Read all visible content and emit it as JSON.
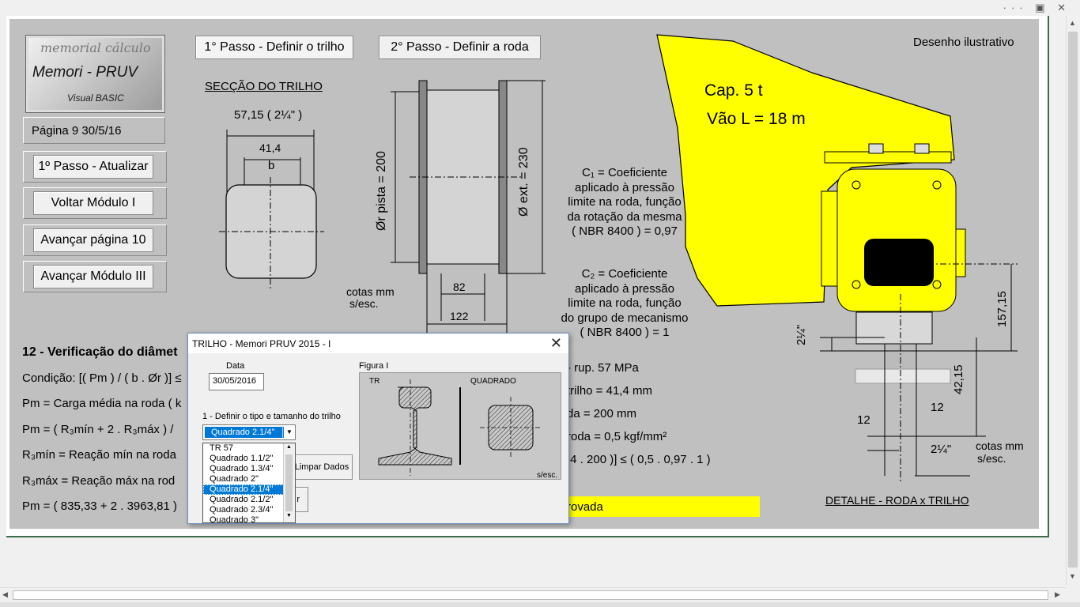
{
  "header": {
    "logo_top": "memorial  cálculo",
    "logo_mid": "Memori - PRUV",
    "logo_bottom": "Visual BASIC",
    "page_info": "Página 9       30/5/16"
  },
  "buttons": {
    "step1_define_rail": "1° Passo - Definir o trilho",
    "step2_define_wheel": "2° Passo - Definir a roda",
    "update": "1º Passo - Atualizar",
    "back_module1": "Voltar Módulo I",
    "next_page10": "Avançar página 10",
    "next_module3": "Avançar Módulo III"
  },
  "rail_section": {
    "title": "SECÇÃO DO TRILHO",
    "dim_outer": "57,15 ( 2¼\" )",
    "dim_inner": "41,4",
    "dim_b": "b"
  },
  "wheel": {
    "dia_track": "Ør pista =  200",
    "dia_ext": "Ø ext. =  230",
    "width_82": "82",
    "width_122": "122",
    "cotas": "cotas mm",
    "sesc": "s/esc."
  },
  "coefficients": {
    "c1_lines": [
      "C₁ = Coeficiente",
      "aplicado à pressão",
      "limite na roda, função",
      "da rotação da mesma",
      "( NBR 8400 ) = 0,97"
    ],
    "c2_lines": [
      "C₂ = Coeficiente",
      "aplicado à pressão",
      "limite na roda, função",
      "do grupo de mecanismo",
      "( NBR 8400 ) = 1"
    ]
  },
  "drawing": {
    "illustrative": "Desenho ilustrativo",
    "capacity": "Cap. 5 t",
    "span": "Vão L = 18 m",
    "dim_157": "157,15",
    "dim_214_a": "2¼\"",
    "dim_42": "42,15",
    "dim_12_left": "12",
    "dim_12_right": "12",
    "dim_214_b": "2¼\"",
    "cotas": "cotas mm",
    "sesc": "s/esc.",
    "detail_title": "DETALHE - RODA x TRILHO"
  },
  "calc": {
    "heading": "12 - Verificação do diâmet",
    "condition": "Condição: [( Pm ) / ( b . Ør )] ≤",
    "pm_def": "Pm = Carga média na roda ( k",
    "pm_formula": "Pm =  ( R₃mín + 2 . R₃máx ) /",
    "rmin_def": "R₃mín = Reação mín na roda",
    "rmax_def": "R₃máx = Reação máx na rod",
    "pm_value": "Pm =  ( 835,33 + 2 . 3963,81 )",
    "rup": "- rup. 57 MPa",
    "rail_b": "trilho = 41,4 mm",
    "wheel_r": "da = 200 mm",
    "pressure": "roda = 0,5 kgf/mm²",
    "check": ",4 . 200 )] ≤ ( 0,5 . 0,97 . 1 )",
    "result": "rovada"
  },
  "dialog": {
    "title": "TRILHO - Memori PRUV 2015 - I",
    "date_label": "Data",
    "date_value": "30/05/2016",
    "figure_label": "Figura I",
    "step_label": "1 - Definir o tipo e tamanho do trilho",
    "combo_value": "Quadrado 2.1/4\"",
    "clear_button": "Limpar Dados",
    "partial_button": "r",
    "fig_tr": "TR",
    "fig_quadrado": "QUADRADO",
    "fig_sesc": "s/esc.",
    "list_items": [
      "TR 57",
      "Quadrado 1.1/2\"",
      "Quadrado 1.3/4\"",
      "Quadrado 2\"",
      "Quadrado 2.1/4\"",
      "Quadrado 2.1/2\"",
      "Quadrado 2.3/4\"",
      "Quadrado 3\""
    ],
    "selected_index": 4
  },
  "colors": {
    "sheet_bg": "#c0c0c0",
    "yellow": "#ffff00",
    "highlight": "#0078d7",
    "frame_green": "#3d6b4a"
  }
}
